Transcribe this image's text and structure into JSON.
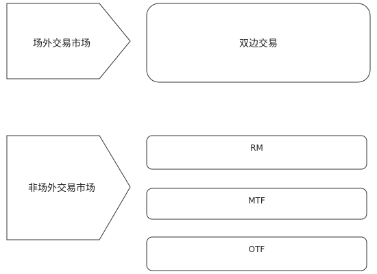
{
  "diagram": {
    "otc_market": {
      "label": "场外交易市场",
      "children": [
        "双边交易"
      ]
    },
    "non_otc_market": {
      "label": "非场外交易市场",
      "children": [
        "RM",
        "MTF",
        "OTF"
      ]
    }
  },
  "colors": {
    "stroke": "#333333",
    "fill": "#ffffff",
    "text": "#1f1f1f"
  }
}
